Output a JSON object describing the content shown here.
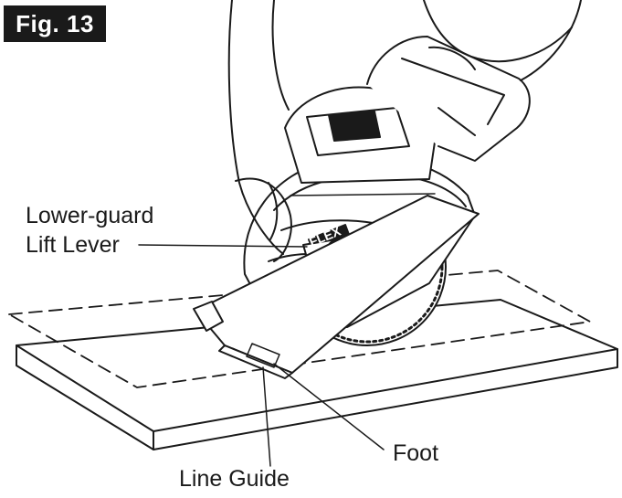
{
  "figure": {
    "label": "Fig. 13"
  },
  "brand": {
    "text": "FLEX"
  },
  "callouts": {
    "lower_guard_line1": "Lower-guard",
    "lower_guard_line2": "Lift Lever",
    "foot": "Foot",
    "line_guide": "Line Guide"
  },
  "colors": {
    "ink": "#1a1a1a",
    "background": "#ffffff",
    "badge": "#1a1a1a"
  }
}
